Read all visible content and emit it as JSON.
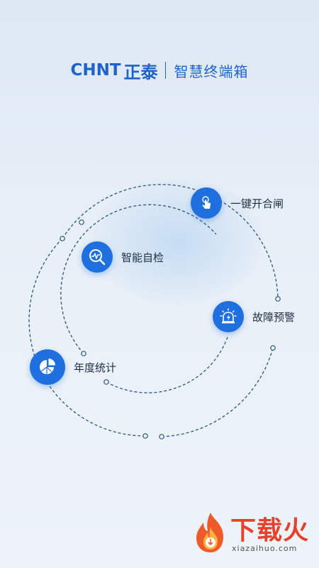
{
  "header": {
    "brand_en": "CHNT",
    "brand_cn": "正泰",
    "subtitle": "智慧终端箱"
  },
  "features": [
    {
      "label": "一键开合闸",
      "icon": "tap-hand-icon"
    },
    {
      "label": "智能自检",
      "icon": "magnify-pulse-icon"
    },
    {
      "label": "故障预警",
      "icon": "alarm-light-icon"
    },
    {
      "label": "年度统计",
      "icon": "pie-chart-icon"
    }
  ],
  "colors": {
    "accent": "#1f6fde",
    "brand": "#1f63c9",
    "orbit": "#2a5584",
    "watermark": "#e8402a"
  },
  "watermark": {
    "text": "下载火",
    "url": "xiazaihuo.com"
  }
}
